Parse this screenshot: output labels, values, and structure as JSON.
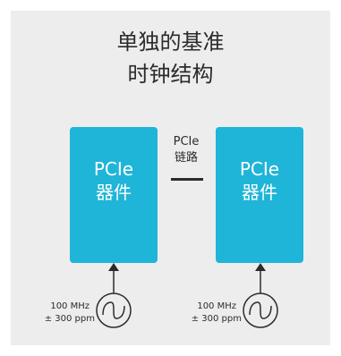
{
  "title": {
    "line1": "单独的基准",
    "line2": "时钟结构"
  },
  "devices": [
    {
      "line1": "PCIe",
      "line2": "器件"
    },
    {
      "line1": "PCIe",
      "line2": "器件"
    }
  ],
  "link": {
    "line1": "PCIe",
    "line2": "链路"
  },
  "clocks": [
    {
      "freq": "100 MHz",
      "ppm": "± 300 ppm"
    },
    {
      "freq": "100 MHz",
      "ppm": "± 300 ppm"
    }
  ],
  "colors": {
    "device": "#1fb5d8",
    "background": "#ededed",
    "ink": "#2b2b2b"
  }
}
